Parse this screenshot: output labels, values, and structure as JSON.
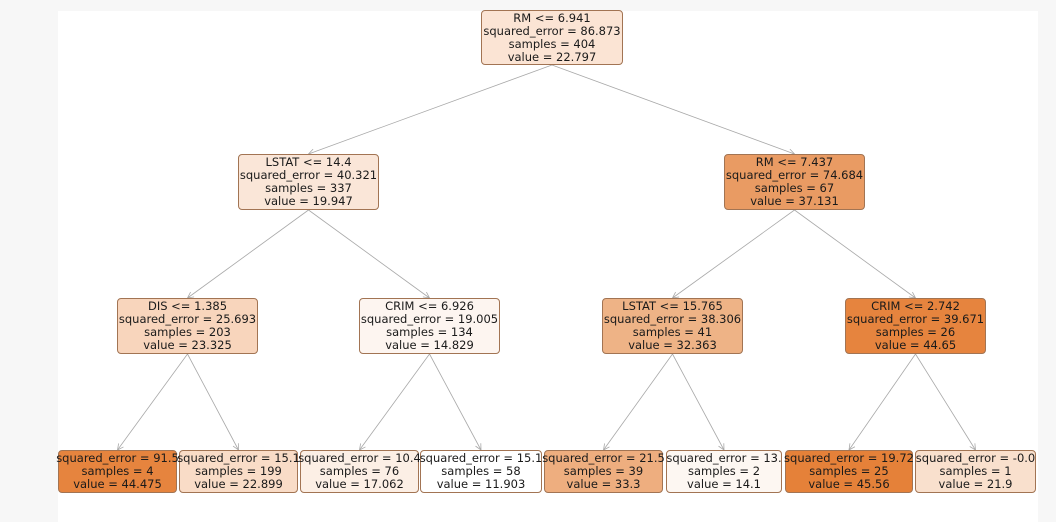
{
  "tree": {
    "nodes": [
      {
        "id": "n0",
        "lines": [
          "RM <= 6.941",
          "squared_error = 86.873",
          "samples = 404",
          "value = 22.797"
        ],
        "value": 22.797,
        "color": "#fbe4d4"
      },
      {
        "id": "n1",
        "lines": [
          "LSTAT <= 14.4",
          "squared_error = 40.321",
          "samples = 337",
          "value = 19.947"
        ],
        "value": 19.947,
        "color": "#fae6d8"
      },
      {
        "id": "n2",
        "lines": [
          "RM <= 7.437",
          "squared_error = 74.684",
          "samples = 67",
          "value = 37.131"
        ],
        "value": 37.131,
        "color": "#e99b63"
      },
      {
        "id": "n3",
        "lines": [
          "DIS <= 1.385",
          "squared_error = 25.693",
          "samples = 203",
          "value = 23.325"
        ],
        "value": 23.325,
        "color": "#f8d5bc"
      },
      {
        "id": "n4",
        "lines": [
          "CRIM <= 6.926",
          "squared_error = 19.005",
          "samples = 134",
          "value = 14.829"
        ],
        "value": 14.829,
        "color": "#fdf5f0"
      },
      {
        "id": "n5",
        "lines": [
          "LSTAT <= 15.765",
          "squared_error = 38.306",
          "samples = 41",
          "value = 32.363"
        ],
        "value": 32.363,
        "color": "#eeb386"
      },
      {
        "id": "n6",
        "lines": [
          "CRIM <= 2.742",
          "squared_error = 39.671",
          "samples = 26",
          "value = 44.65"
        ],
        "value": 44.65,
        "color": "#e6843e"
      },
      {
        "id": "n7",
        "lines": [
          "squared_error = 91.5",
          "samples = 4",
          "value = 44.475"
        ],
        "value": 44.475,
        "color": "#e6843e"
      },
      {
        "id": "n8",
        "lines": [
          "squared_error = 15.1",
          "samples = 199",
          "value = 22.899"
        ],
        "value": 22.899,
        "color": "#f9dcc7"
      },
      {
        "id": "n9",
        "lines": [
          "squared_error = 10.4",
          "samples = 76",
          "value = 17.062"
        ],
        "value": 17.062,
        "color": "#fcefe5"
      },
      {
        "id": "n10",
        "lines": [
          "squared_error = 15.1",
          "samples = 58",
          "value = 11.903"
        ],
        "value": 11.903,
        "color": "#ffffff"
      },
      {
        "id": "n11",
        "lines": [
          "squared_error = 21.5",
          "samples = 39",
          "value = 33.3"
        ],
        "value": 33.3,
        "color": "#eeae7f"
      },
      {
        "id": "n12",
        "lines": [
          "squared_error = 13.",
          "samples = 2",
          "value = 14.1"
        ],
        "value": 14.1,
        "color": "#fdf7f2"
      },
      {
        "id": "n13",
        "lines": [
          "squared_error = 19.72",
          "samples = 25",
          "value = 45.56"
        ],
        "value": 45.56,
        "color": "#e58139"
      },
      {
        "id": "n14",
        "lines": [
          "squared_error = -0.0",
          "samples = 1",
          "value = 21.9"
        ],
        "value": 21.9,
        "color": "#f9e0cd"
      }
    ],
    "edges": [
      [
        "n0",
        "n1"
      ],
      [
        "n0",
        "n2"
      ],
      [
        "n1",
        "n3"
      ],
      [
        "n1",
        "n4"
      ],
      [
        "n2",
        "n5"
      ],
      [
        "n2",
        "n6"
      ],
      [
        "n3",
        "n7"
      ],
      [
        "n3",
        "n8"
      ],
      [
        "n4",
        "n9"
      ],
      [
        "n4",
        "n10"
      ],
      [
        "n5",
        "n11"
      ],
      [
        "n5",
        "n12"
      ],
      [
        "n6",
        "n13"
      ],
      [
        "n6",
        "n14"
      ]
    ]
  }
}
